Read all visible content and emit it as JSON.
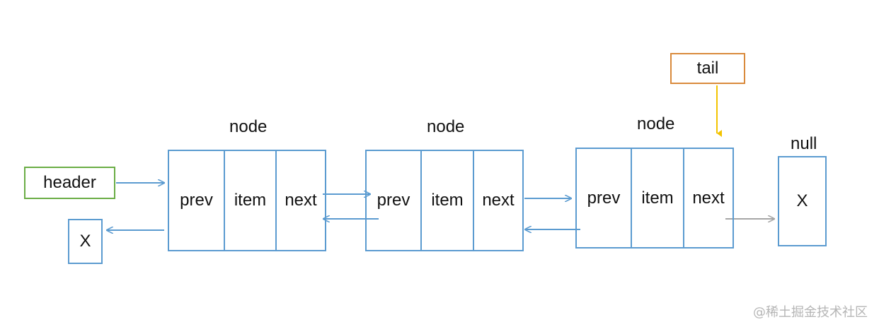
{
  "colors": {
    "link": "#5b9bd0",
    "header_border": "#6aad45",
    "tail_border": "#d98a3c",
    "tail_arrow": "#f3c300",
    "null_arrow": "#a6a6a6"
  },
  "header": {
    "label": "header"
  },
  "tail": {
    "label": "tail"
  },
  "null_node": {
    "label": "null",
    "value": "X"
  },
  "left_terminal": {
    "value": "X"
  },
  "nodes": [
    {
      "title": "node",
      "cells": [
        "prev",
        "item",
        "next"
      ]
    },
    {
      "title": "node",
      "cells": [
        "prev",
        "item",
        "next"
      ]
    },
    {
      "title": "node",
      "cells": [
        "prev",
        "item",
        "next"
      ]
    }
  ],
  "watermark": "@稀土掘金技术社区"
}
